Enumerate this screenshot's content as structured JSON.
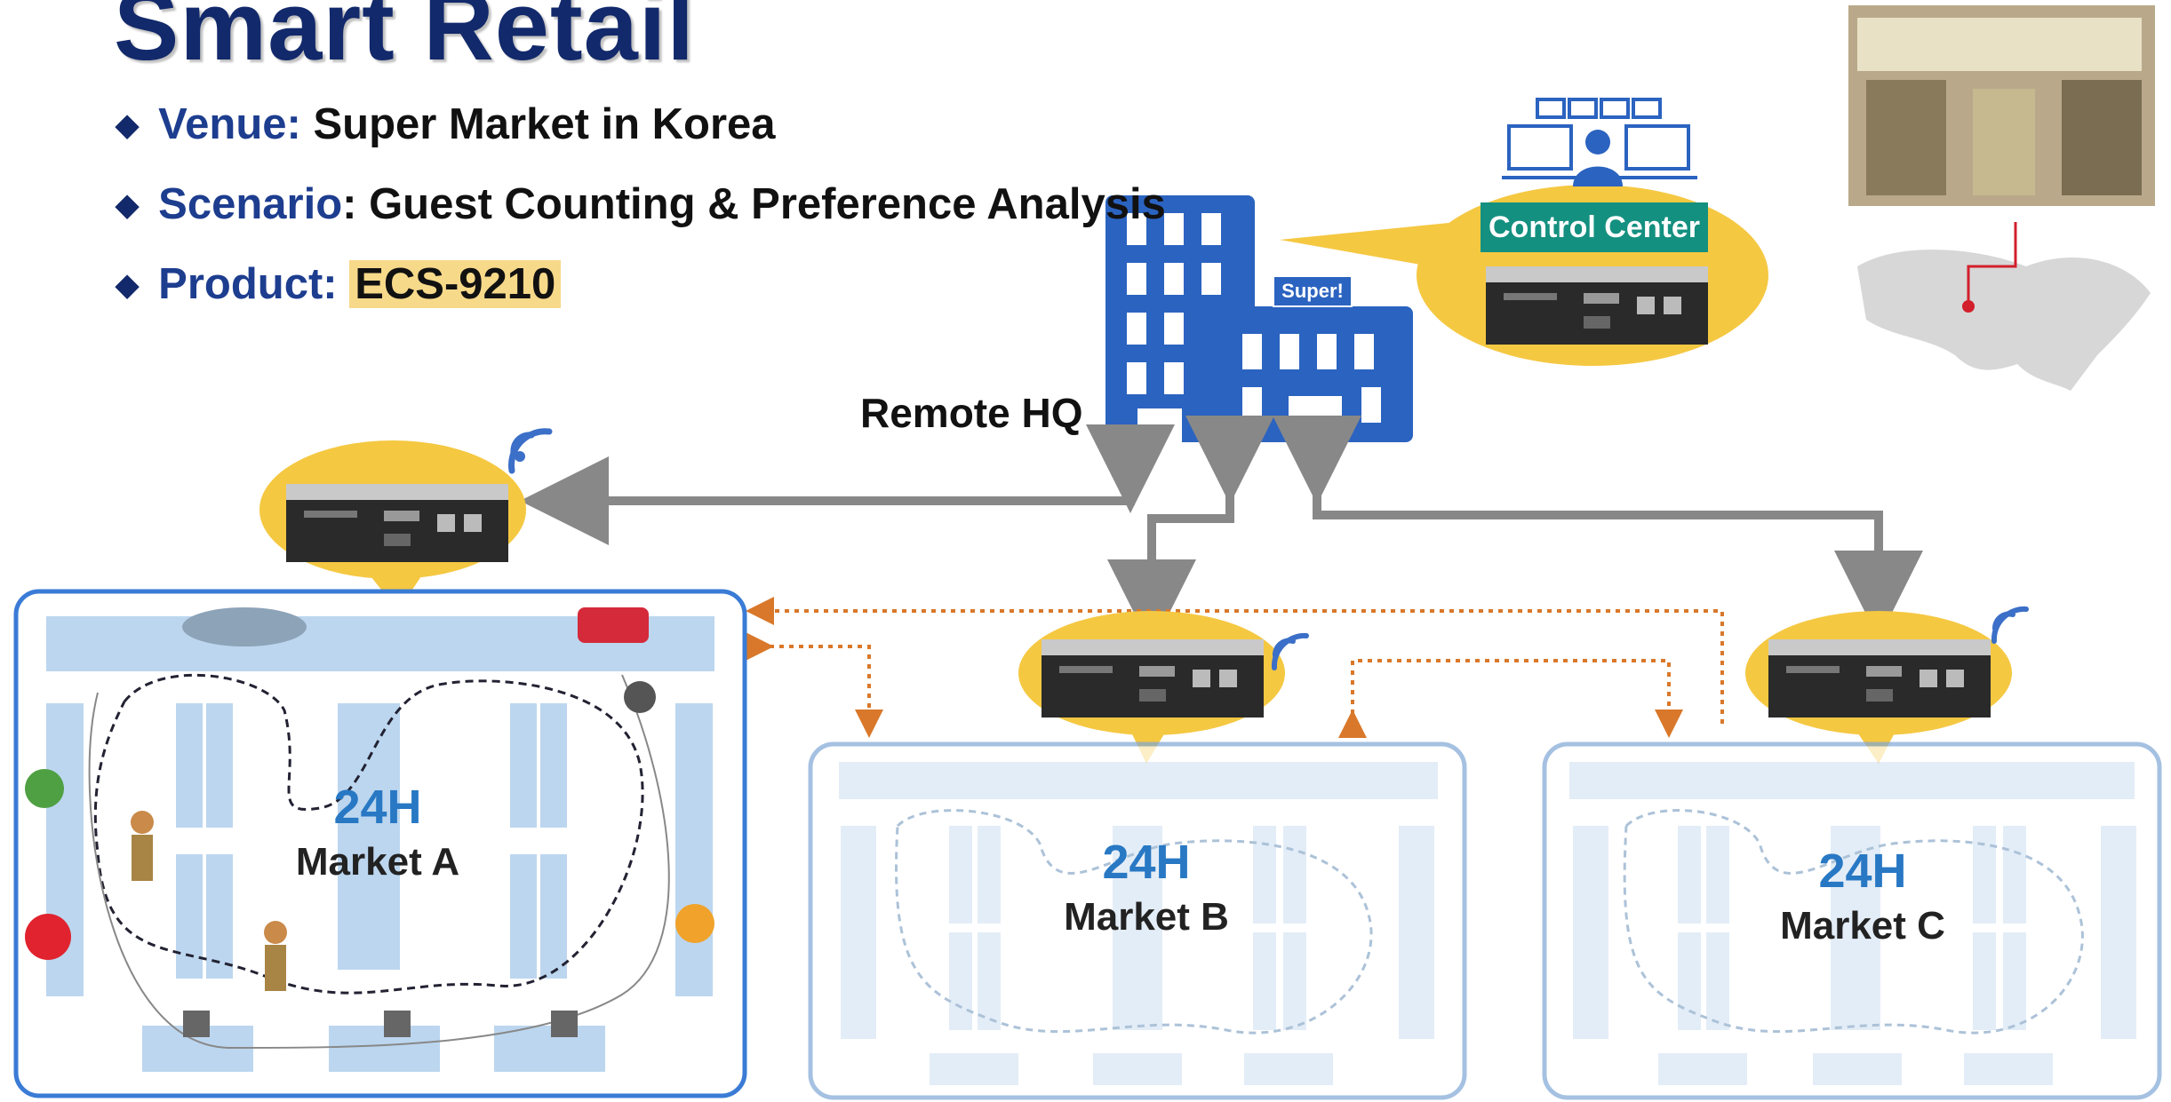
{
  "title": "Smart Retail",
  "bullets": [
    {
      "key": "Venue:",
      "value": "Super Market in Korea"
    },
    {
      "key": "Scenario",
      "value": ": Guest Counting & Preference Analysis"
    },
    {
      "key": "Product:",
      "value": "ECS-9210"
    }
  ],
  "hq": {
    "label": "Remote HQ",
    "sign": "Super!"
  },
  "control_center": {
    "label": "Control Center"
  },
  "markets": [
    {
      "hours": "24H",
      "name": "Market A"
    },
    {
      "hours": "24H",
      "name": "Market B"
    },
    {
      "hours": "24H",
      "name": "Market C"
    }
  ],
  "colors": {
    "title": "#12296b",
    "bubble": "#f5c842",
    "accent": "#2878c4",
    "control_center": "#149080",
    "link": "#888888",
    "data_link": "#d9782a"
  }
}
